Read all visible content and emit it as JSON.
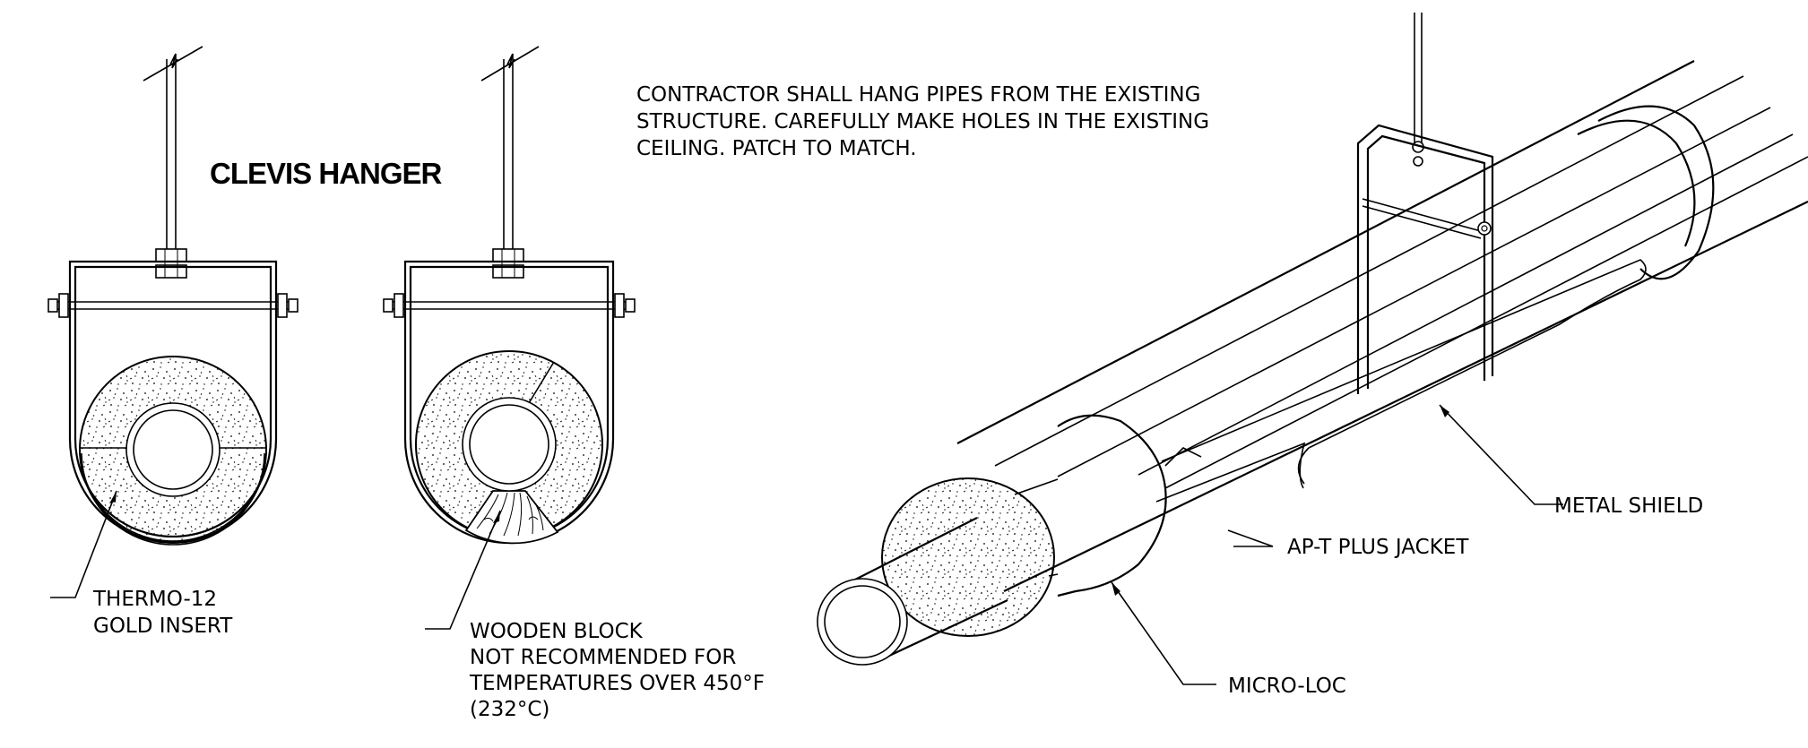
{
  "title": "CLEVIS HANGER",
  "note_lines": [
    "CONTRACTOR SHALL HANG PIPES FROM THE EXISTING",
    "STRUCTURE. CAREFULLY MAKE HOLES IN THE EXISTING",
    "CEILING. PATCH TO MATCH."
  ],
  "labels": {
    "thermo_line1": "THERMO-12",
    "thermo_line2": "GOLD INSERT",
    "wood_line1": "WOODEN BLOCK",
    "wood_line2": "NOT RECOMMENDED FOR",
    "wood_line3": "TEMPERATURES OVER 450°F",
    "wood_line4": "(232°C)",
    "metal_shield": "METAL SHIELD",
    "jacket": "AP-T PLUS JACKET",
    "micro_loc": "MICRO-LOC"
  }
}
